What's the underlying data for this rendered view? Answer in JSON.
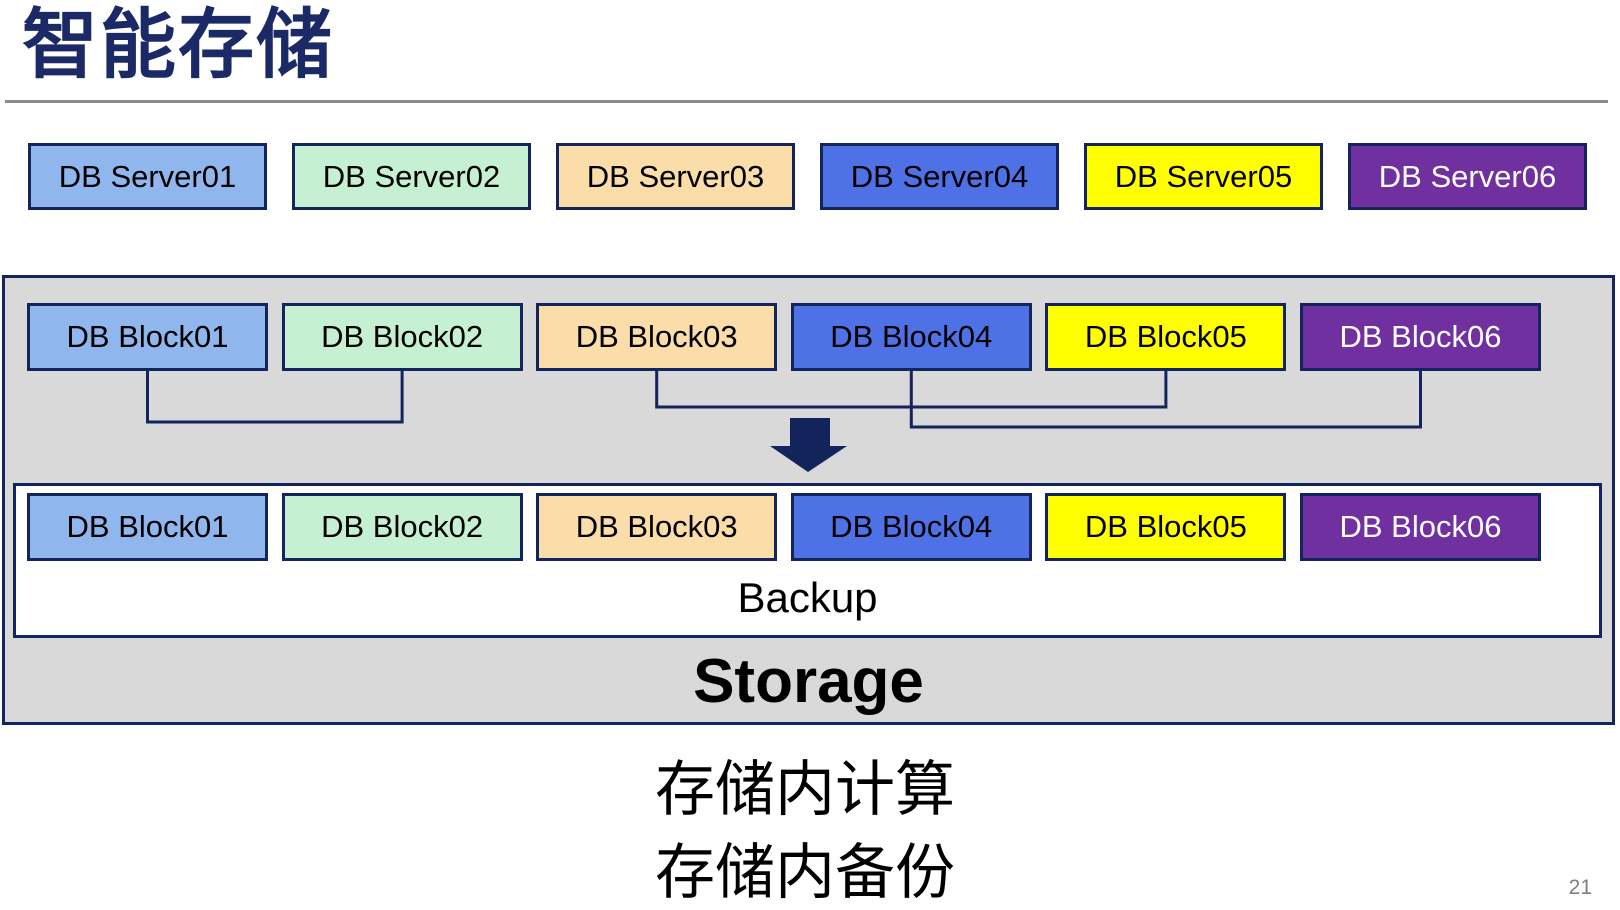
{
  "slide": {
    "title": "智能存储",
    "page_number": "21",
    "palette": {
      "navy_border": "#14245C",
      "title_navy": "#1B2A66",
      "gray_fill": "#D9D9D9",
      "divider_gray": "#8C8C8C",
      "arrow_navy": "#13235B",
      "light_blue": "#90B6EE",
      "mint_green": "#C6F0D2",
      "tan": "#FADDA9",
      "royal_blue": "#4E71E6",
      "yellow": "#FFFF00",
      "purple": "#7030A0"
    },
    "servers": [
      {
        "label": "DB Server01",
        "fill": "#90B6EE",
        "text_color": "#000000"
      },
      {
        "label": "DB Server02",
        "fill": "#C6F0D2",
        "text_color": "#000000"
      },
      {
        "label": "DB Server03",
        "fill": "#FADDA9",
        "text_color": "#000000"
      },
      {
        "label": "DB Server04",
        "fill": "#4E71E6",
        "text_color": "#000000"
      },
      {
        "label": "DB Server05",
        "fill": "#FFFF00",
        "text_color": "#000000"
      },
      {
        "label": "DB Server06",
        "fill": "#7030A0",
        "text_color": "#FFFFFF"
      }
    ],
    "storage_box": {
      "blocks_row1": [
        {
          "label": "DB Block01",
          "fill": "#90B6EE",
          "text_color": "#000000"
        },
        {
          "label": "DB Block02",
          "fill": "#C6F0D2",
          "text_color": "#000000"
        },
        {
          "label": "DB Block03",
          "fill": "#FADDA9",
          "text_color": "#000000"
        },
        {
          "label": "DB Block04",
          "fill": "#4E71E6",
          "text_color": "#000000"
        },
        {
          "label": "DB Block05",
          "fill": "#FFFF00",
          "text_color": "#000000"
        },
        {
          "label": "DB Block06",
          "fill": "#7030A0",
          "text_color": "#FFFFFF"
        }
      ],
      "connections": [
        {
          "from": "DB Block01",
          "to": "DB Block02"
        },
        {
          "from": "DB Block03",
          "to": "DB Block05"
        },
        {
          "from": "DB Block04",
          "to": "DB Block06"
        }
      ],
      "blocks_row2": [
        {
          "label": "DB Block01",
          "fill": "#90B6EE",
          "text_color": "#000000"
        },
        {
          "label": "DB Block02",
          "fill": "#C6F0D2",
          "text_color": "#000000"
        },
        {
          "label": "DB Block03",
          "fill": "#FADDA9",
          "text_color": "#000000"
        },
        {
          "label": "DB Block04",
          "fill": "#4E71E6",
          "text_color": "#000000"
        },
        {
          "label": "DB Block05",
          "fill": "#FFFF00",
          "text_color": "#000000"
        },
        {
          "label": "DB Block06",
          "fill": "#7030A0",
          "text_color": "#FFFFFF"
        }
      ],
      "backup_label": "Backup",
      "storage_label": "Storage"
    },
    "captions": [
      "存储内计算",
      "存储内备份"
    ]
  }
}
